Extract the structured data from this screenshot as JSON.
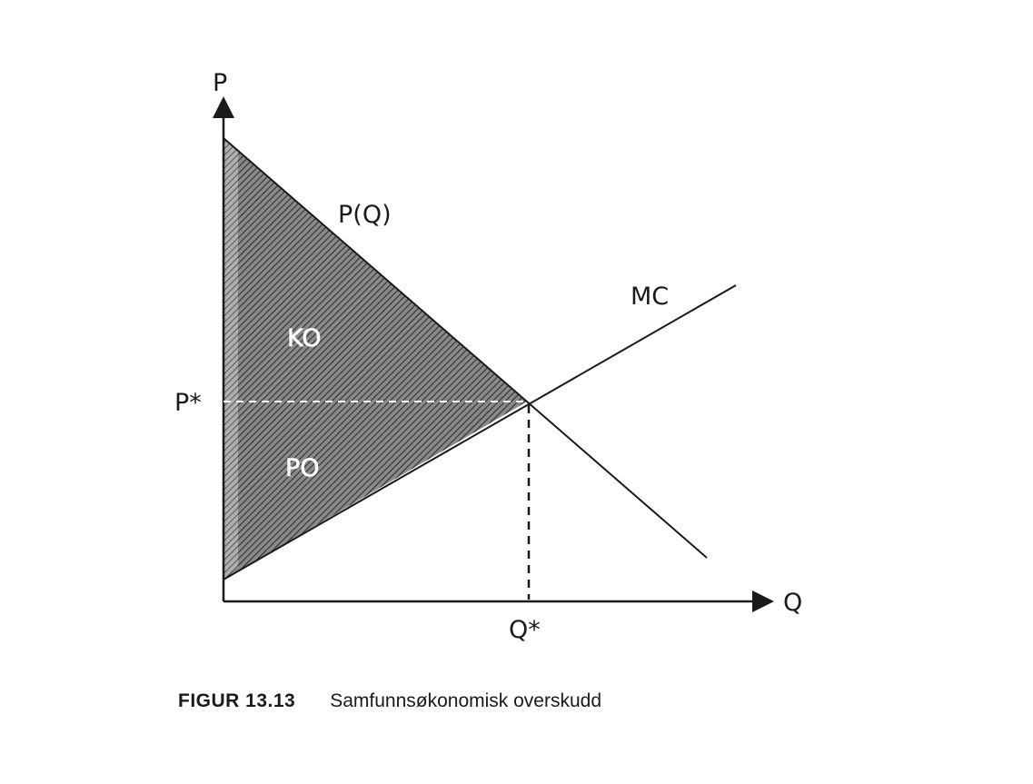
{
  "diagram": {
    "labels": {
      "y_axis": "P",
      "x_axis": "Q",
      "demand": "P(Q)",
      "supply": "MC",
      "price_eq": "P*",
      "quantity_eq": "Q*",
      "consumer_surplus": "KO",
      "producer_surplus": "PO"
    },
    "colors": {
      "ink": "#1a1a1a",
      "shading": "#444444",
      "background": "#ffffff"
    }
  },
  "caption": {
    "label": "FIGUR 13.13",
    "text": "Samfunnsøkonomisk overskudd"
  }
}
